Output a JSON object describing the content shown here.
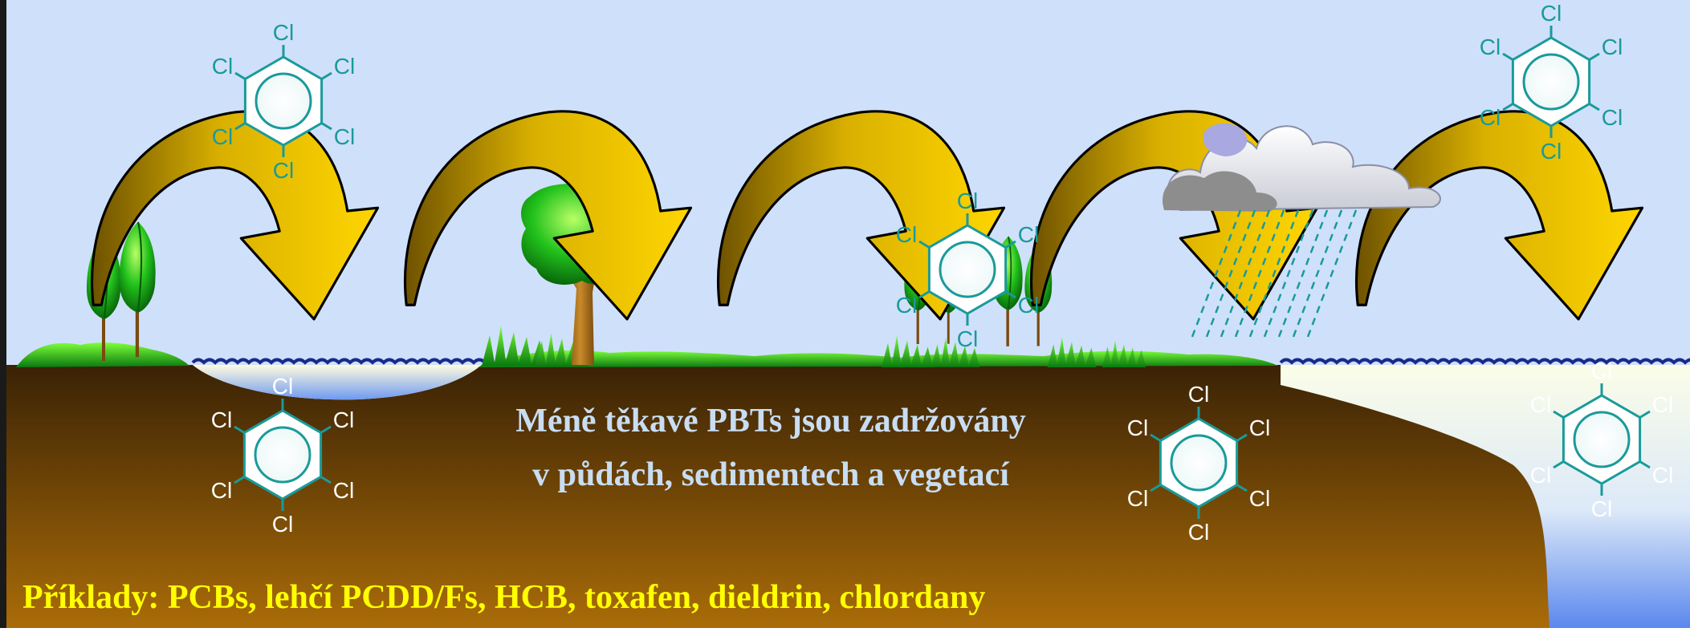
{
  "caption": {
    "line1": "Méně těkavé PBTs jsou zadržovány",
    "line2": "v půdách, sedimentech a vegetací"
  },
  "examples": "Příklady: PCBs, lehčí PCDD/Fs, HCB, toxafen, dieldrin, chlordany",
  "chlorine_label": "Cl",
  "molecule_icon": "hexachlorobenzene-icon",
  "colors": {
    "sky": "#cfe0fb",
    "soil_top": "#3d2406",
    "soil_bottom": "#a86a08",
    "water": "#eef6fc",
    "water_deep": "#5b8af0",
    "arrow_light": "#ffd800",
    "arrow_dark": "#7a5a00",
    "caption_text": "#c8ddf2",
    "examples_text": "#ffff00",
    "molecule": "#1a9a9a"
  }
}
